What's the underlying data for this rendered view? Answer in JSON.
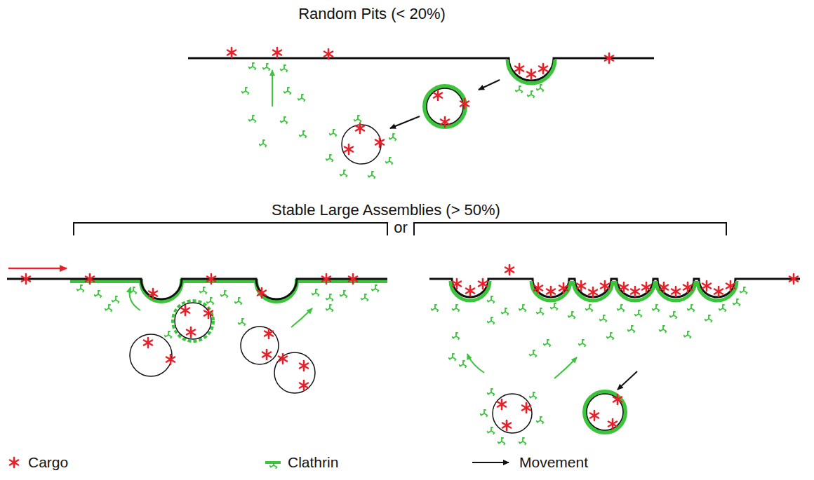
{
  "diagram": {
    "labels": [
      "Random Pits (< 20%)",
      "Stable Large Assemblies (> 50%)",
      "or"
    ],
    "legend": [
      {
        "text": "Cargo"
      },
      {
        "text": "Clathrin"
      },
      {
        "text": "Movement"
      }
    ]
  }
}
